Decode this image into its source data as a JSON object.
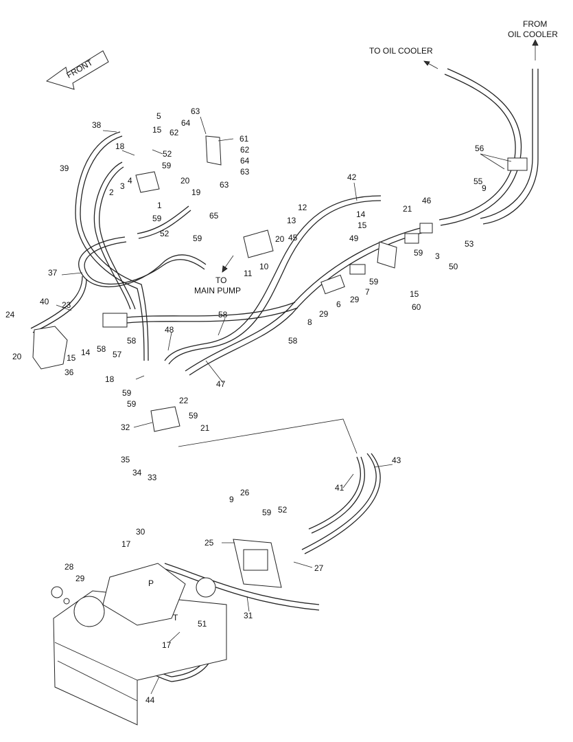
{
  "captions": {
    "front": "FRONT",
    "to_oil_cooler": "TO OIL COOLER",
    "from_oil_cooler_1": "FROM",
    "from_oil_cooler_2": "OIL COOLER",
    "to_main_pump_1": "TO",
    "to_main_pump_2": "MAIN PUMP",
    "port_p": "P",
    "port_t": "T"
  },
  "callouts": [
    "5",
    "15",
    "63",
    "62",
    "64",
    "38",
    "18",
    "52",
    "59",
    "61",
    "62",
    "64",
    "63",
    "63",
    "2",
    "3",
    "4",
    "1",
    "20",
    "19",
    "59",
    "52",
    "39",
    "65",
    "12",
    "13",
    "59",
    "20",
    "45",
    "10",
    "11",
    "42",
    "14",
    "15",
    "49",
    "21",
    "46",
    "56",
    "55",
    "9",
    "53",
    "59",
    "3",
    "50",
    "8",
    "29",
    "6",
    "29",
    "7",
    "59",
    "15",
    "60",
    "37",
    "40",
    "23",
    "24",
    "20",
    "15",
    "14",
    "58",
    "57",
    "58",
    "58",
    "48",
    "47",
    "58",
    "36",
    "18",
    "59",
    "22",
    "59",
    "32",
    "59",
    "21",
    "35",
    "34",
    "33",
    "41",
    "43",
    "9",
    "26",
    "59",
    "52",
    "25",
    "27",
    "30",
    "17",
    "28",
    "29",
    "31",
    "51",
    "17",
    "44"
  ]
}
